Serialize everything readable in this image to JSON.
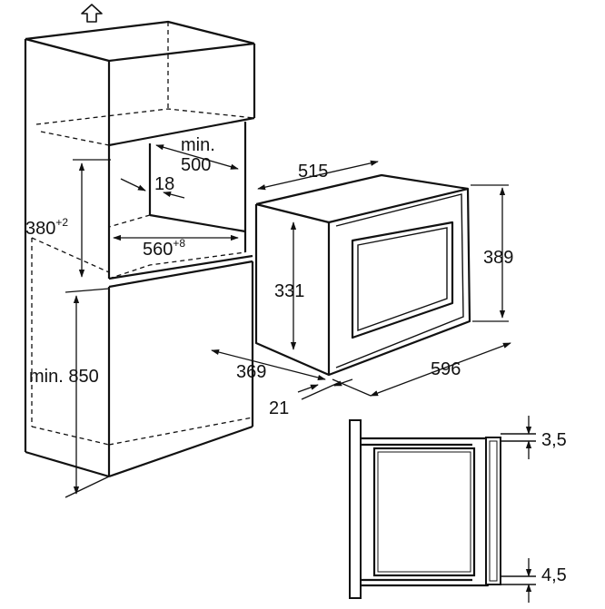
{
  "cabinet": {
    "niche_depth_label": "min.",
    "niche_depth_value": "500",
    "vent_gap": "18",
    "niche_height_base": "380",
    "niche_height_tol": "+2",
    "niche_width_base": "560",
    "niche_width_tol": "+8",
    "min_height": "min. 850"
  },
  "oven": {
    "depth": "515",
    "height": "389",
    "body_height": "331",
    "body_depth": "369",
    "front_thickness": "21",
    "width": "596"
  },
  "detail": {
    "top_gap": "3,5",
    "bottom_gap": "4,5"
  },
  "icons": {
    "top": "up-arrow-icon"
  }
}
